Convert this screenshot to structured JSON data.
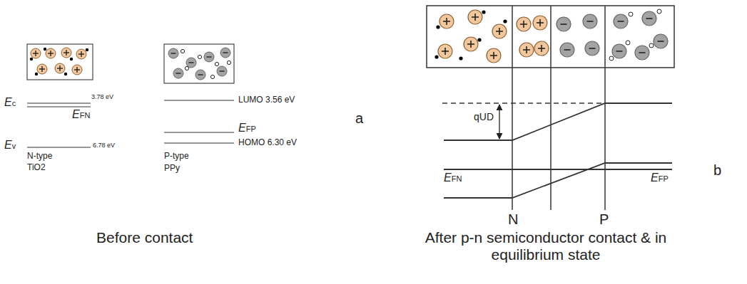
{
  "diagram": {
    "labels": [
      "Ec",
      "3.78 eV",
      "EFN",
      "Ev",
      "6.78 eV",
      "N-type",
      "TiO2",
      "LUMO 3.56 eV",
      "EFP",
      "HOMO 6.30 eV",
      "P-type",
      "PPy",
      "a",
      "qUD",
      "EFN",
      "EFP",
      "N",
      "P",
      "b",
      "Before contact",
      "After p-n semiconductor contact & in equilibrium state"
    ]
  }
}
